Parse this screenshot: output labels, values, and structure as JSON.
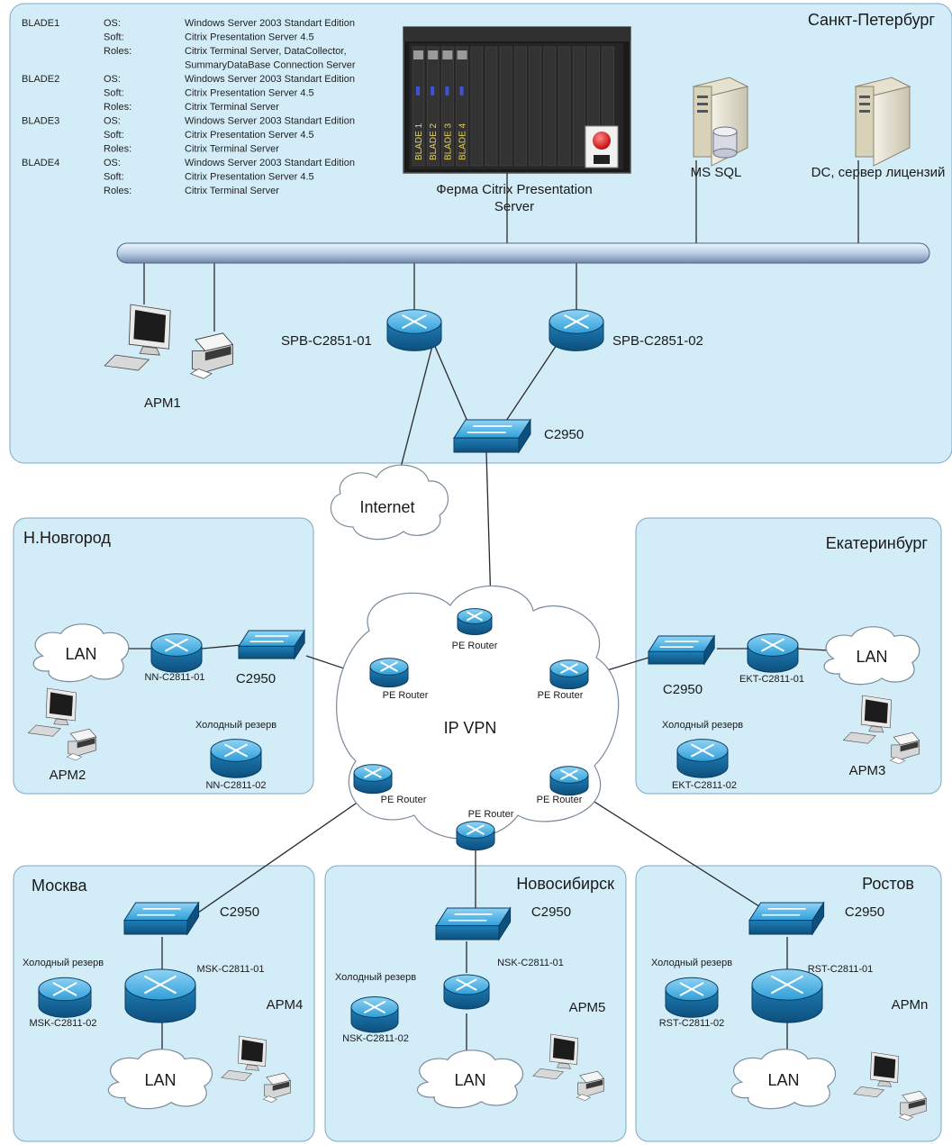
{
  "blades": [
    {
      "name": "BLADE1",
      "rows": [
        {
          "label": "OS:",
          "value": "Windows Server 2003 Standart Edition"
        },
        {
          "label": "Soft:",
          "value": "Citrix Presentation Server 4.5"
        },
        {
          "label": "Roles:",
          "value": "Citrix Terminal Server, DataCollector,"
        },
        {
          "label": "",
          "value": "SummaryDataBase Connection Server"
        }
      ]
    },
    {
      "name": "BLADE2",
      "rows": [
        {
          "label": "OS:",
          "value": "Windows Server 2003 Standart Edition"
        },
        {
          "label": "Soft:",
          "value": "Citrix Presentation Server 4.5"
        },
        {
          "label": "Roles:",
          "value": "Citrix Terminal Server"
        }
      ]
    },
    {
      "name": "BLADE3",
      "rows": [
        {
          "label": "OS:",
          "value": "Windows Server 2003 Standart Edition"
        },
        {
          "label": "Soft:",
          "value": "Citrix Presentation Server 4.5"
        },
        {
          "label": "Roles:",
          "value": "Citrix Terminal Server"
        }
      ]
    },
    {
      "name": "BLADE4",
      "rows": [
        {
          "label": "OS:",
          "value": "Windows Server 2003 Standart Edition"
        },
        {
          "label": "Soft:",
          "value": "Citrix Presentation Server 4.5"
        },
        {
          "label": "Roles:",
          "value": "Citrix Terminal Server"
        }
      ]
    }
  ],
  "spb": {
    "title": "Санкт-Петербург",
    "farm_label_1": "Ферма Citrix Presentation",
    "farm_label_2": "Server",
    "blade_slots": [
      "BLADE 1",
      "BLADE 2",
      "BLADE 3",
      "BLADE 4"
    ],
    "ms_sql": "MS SQL",
    "dc": "DC, сервер лицензий",
    "router1": "SPB-C2851-01",
    "router2": "SPB-C2851-02",
    "switch": "C2950",
    "arm": "АРМ1"
  },
  "internet": "Internet",
  "ipvpn": {
    "label": "IP VPN",
    "pe_router": "PE Router"
  },
  "nn": {
    "title": "Н.Новгород",
    "lan": "LAN",
    "router1": "NN-C2811-01",
    "switch": "C2950",
    "cold": "Холодный резерв",
    "router2": "NN-C2811-02",
    "arm": "АРМ2"
  },
  "ekt": {
    "title": "Екатеринбург",
    "lan": "LAN",
    "router1": "EKT-C2811-01",
    "switch": "C2950",
    "cold": "Холодный резерв",
    "router2": "EKT-C2811-02",
    "arm": "АРМ3"
  },
  "msk": {
    "title": "Москва",
    "switch": "C2950",
    "cold": "Холодный резерв",
    "router1": "MSK-C2811-01",
    "router2": "MSK-C2811-02",
    "lan": "LAN",
    "arm": "АРМ4"
  },
  "nsk": {
    "title": "Новосибирск",
    "switch": "C2950",
    "cold": "Холодный резерв",
    "router1": "NSK-C2811-01",
    "router2": "NSK-C2811-02",
    "lan": "LAN",
    "arm": "АРМ5"
  },
  "rst": {
    "title": "Ростов",
    "switch": "C2950",
    "cold": "Холодный резерв",
    "router1": "RST-C2811-01",
    "router2": "RST-C2811-02",
    "lan": "LAN",
    "arm": "АРМn"
  }
}
